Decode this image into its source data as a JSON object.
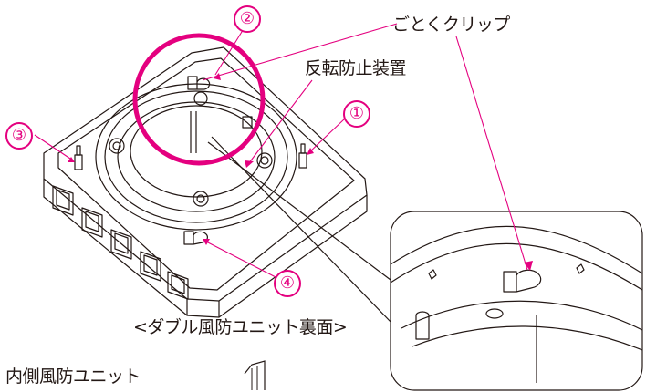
{
  "labels": {
    "gotoku_clip": "ごとくクリップ",
    "anti_rotation": "反転防止装置",
    "caption": "<ダブル風防ユニット裏面>",
    "inner_unit": "内側風防ユニット"
  },
  "callouts": [
    "①",
    "②",
    "③",
    "④"
  ],
  "colors": {
    "accent": "#e4007f",
    "line": "#231815",
    "background": "#ffffff"
  }
}
